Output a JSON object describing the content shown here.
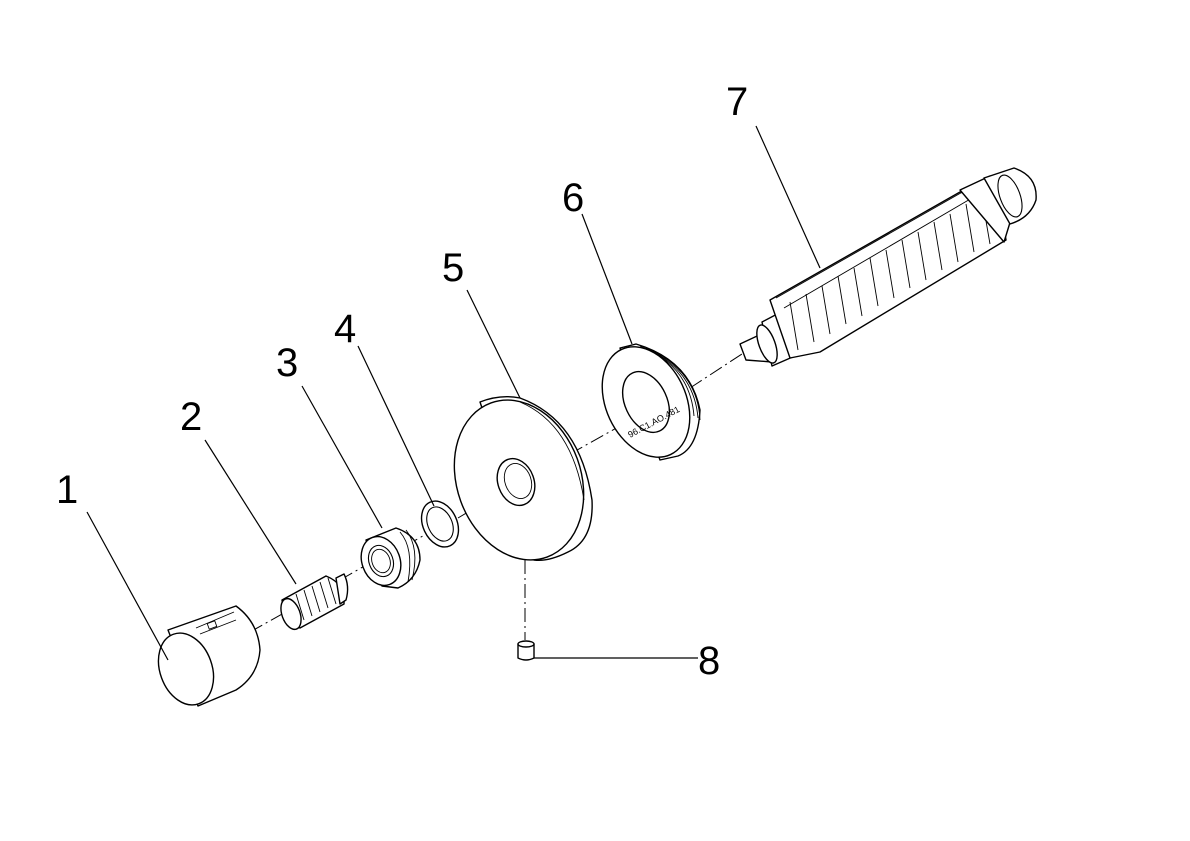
{
  "callouts": [
    {
      "id": "1",
      "label": "1"
    },
    {
      "id": "2",
      "label": "2"
    },
    {
      "id": "3",
      "label": "3"
    },
    {
      "id": "4",
      "label": "4"
    },
    {
      "id": "5",
      "label": "5"
    },
    {
      "id": "6",
      "label": "6"
    },
    {
      "id": "7",
      "label": "7"
    },
    {
      "id": "8",
      "label": "8"
    }
  ],
  "part_marking": "96.C1.AO.481"
}
